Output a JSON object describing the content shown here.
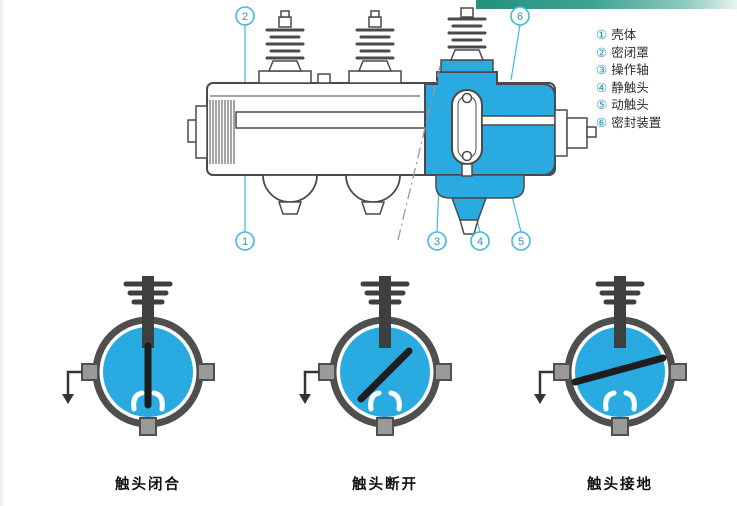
{
  "legend": {
    "items": [
      {
        "num": "①",
        "label": "壳体"
      },
      {
        "num": "②",
        "label": "密闭罩"
      },
      {
        "num": "③",
        "label": "操作轴"
      },
      {
        "num": "④",
        "label": "静触头"
      },
      {
        "num": "⑤",
        "label": "动触头"
      },
      {
        "num": "⑥",
        "label": "密封装置"
      }
    ]
  },
  "callouts": [
    "1",
    "2",
    "3",
    "4",
    "5",
    "6"
  ],
  "positions": [
    {
      "label": "触头闭合"
    },
    {
      "label": "触头断开"
    },
    {
      "label": "触头接地"
    }
  ],
  "colors": {
    "gas_fill_cyan": "#29abe2",
    "callout_cyan": "#45b8dd",
    "callout_text": "#2596be",
    "outline_gray": "#4a4a4a",
    "top_bar_green": "#23907e"
  }
}
